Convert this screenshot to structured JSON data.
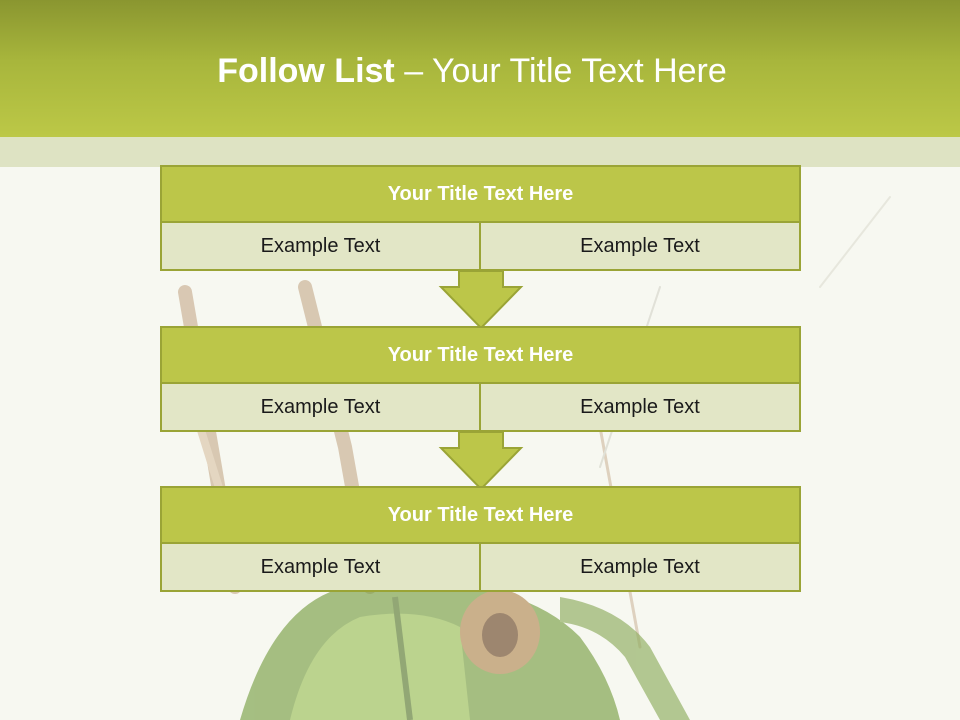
{
  "slide": {
    "title_bold": "Follow List",
    "title_rest": " – Your Title Text Here"
  },
  "steps": [
    {
      "title": "Your Title Text Here",
      "left": "Example Text",
      "right": "Example Text"
    },
    {
      "title": "Your Title Text Here",
      "left": "Example Text",
      "right": "Example Text"
    },
    {
      "title": "Your Title Text Here",
      "left": "Example Text",
      "right": "Example Text"
    }
  ],
  "colors": {
    "header_green": "#bcc847",
    "box_green": "#bcc649",
    "cell_fill": "#e2e6c6",
    "border": "#9aa436"
  },
  "icons": [
    "down-arrow-icon",
    "grasshopper-image"
  ]
}
